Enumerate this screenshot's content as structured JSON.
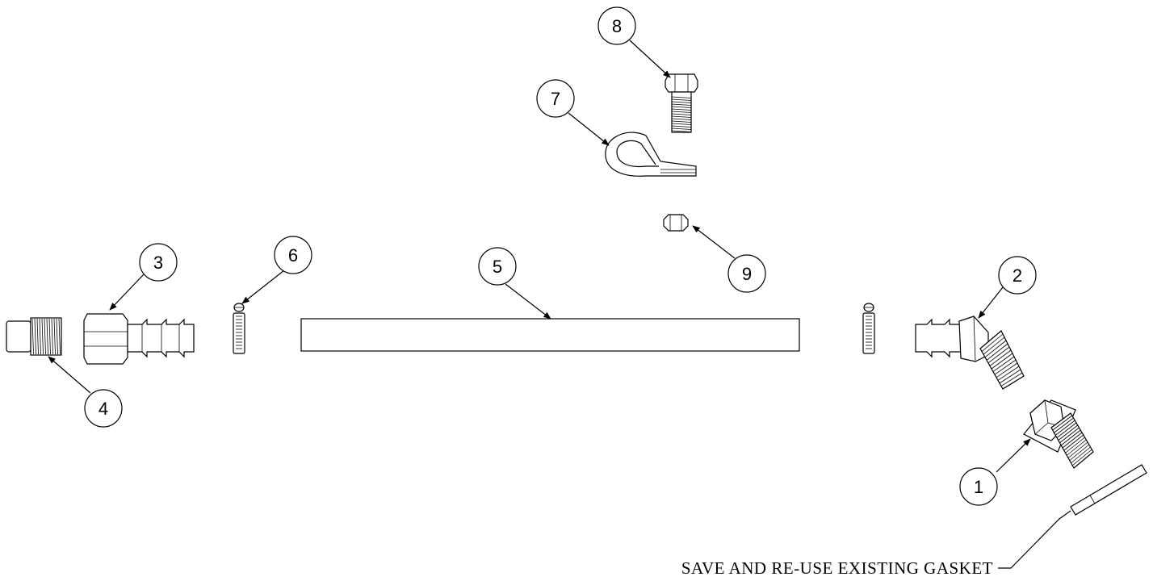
{
  "callouts": [
    {
      "id": "callout-1",
      "number": "1",
      "part": "drain-plug-assembly"
    },
    {
      "id": "callout-2",
      "number": "2",
      "part": "elbow-hose-barb"
    },
    {
      "id": "callout-3",
      "number": "3",
      "part": "hose-barb-fitting"
    },
    {
      "id": "callout-4",
      "number": "4",
      "part": "threaded-adapter"
    },
    {
      "id": "callout-5",
      "number": "5",
      "part": "hose"
    },
    {
      "id": "callout-6",
      "number": "6",
      "part": "hose-clamp"
    },
    {
      "id": "callout-7",
      "number": "7",
      "part": "p-clamp"
    },
    {
      "id": "callout-8",
      "number": "8",
      "part": "bolt"
    },
    {
      "id": "callout-9",
      "number": "9",
      "part": "hex-nut"
    }
  ],
  "note": "SAVE AND RE-USE EXISTING GASKET"
}
